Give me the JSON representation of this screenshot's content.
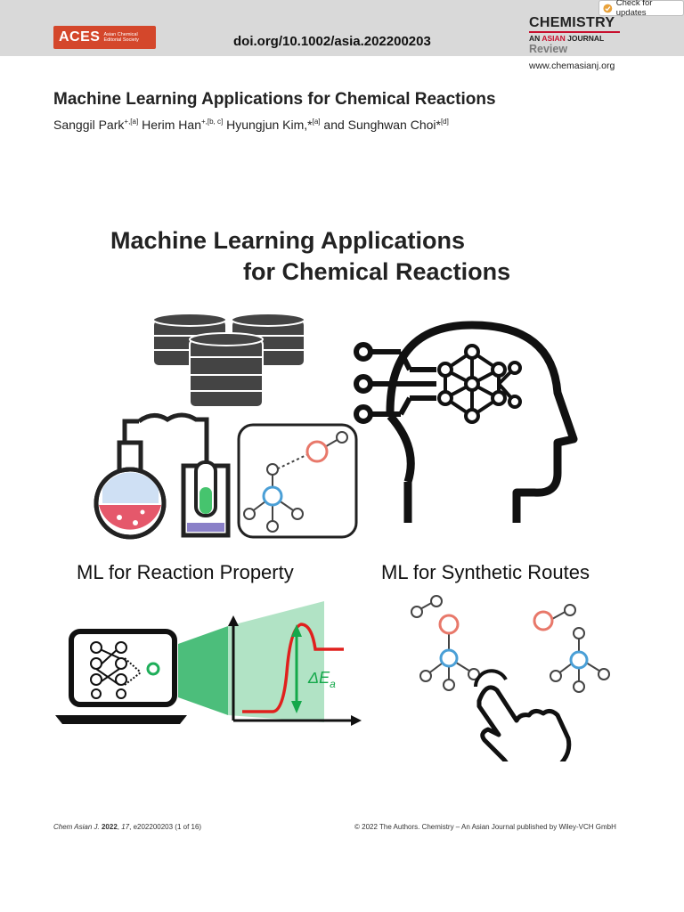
{
  "header": {
    "publisher_logo_word": "ACES",
    "publisher_logo_line1": "Asian Chemical",
    "publisher_logo_line2": "Editorial Society",
    "doi": "doi.org/10.1002/asia.202200203",
    "check_updates": "Check for updates",
    "journal_name": "CHEMISTRY",
    "journal_sub_prefix": "AN ",
    "journal_sub_red": "ASIAN",
    "journal_sub_suffix": " JOURNAL",
    "article_type": "Review",
    "journal_url": "www.chemasianj.org"
  },
  "article": {
    "title": "Machine Learning Applications for Chemical Reactions",
    "authors": [
      {
        "name": "Sanggil Park",
        "sup": "+,[a]",
        "sep": " "
      },
      {
        "name": "Herim Han",
        "sup": "+,[b, c]",
        "sep": " "
      },
      {
        "name": "Hyungjun Kim,*",
        "sup": "[a]",
        "sep": " and "
      },
      {
        "name": "Sunghwan Choi*",
        "sup": "[d]",
        "sep": ""
      }
    ]
  },
  "graphical_abstract": {
    "title_line1": "Machine Learning Applications",
    "title_line2": "for Chemical Reactions",
    "label_reaction_property": "ML for Reaction Property",
    "label_synthetic_routes": "ML for Synthetic Routes",
    "energy_label": "ΔE",
    "energy_subscript": "a",
    "colors": {
      "icon_dark": "#444444",
      "accent_red": "#e8786a",
      "accent_blue": "#4a9fd6",
      "accent_green": "#1fae5a",
      "energy_line": "#e0201d",
      "arrow_green": "#14a84a"
    },
    "icons": [
      "database-icon",
      "flask-icon",
      "beaker-icon",
      "molecule-icon",
      "ai-head-icon",
      "laptop-neural-net-icon",
      "energy-diagram-icon",
      "hand-pointer-icon"
    ]
  },
  "footer": {
    "journal_abbrev": "Chem Asian J.",
    "year": "2022",
    "volume": "17",
    "article_id": "e202200203 (1 of 16)",
    "copyright": "© 2022 The Authors. Chemistry – An Asian Journal published by Wiley-VCH GmbH"
  }
}
